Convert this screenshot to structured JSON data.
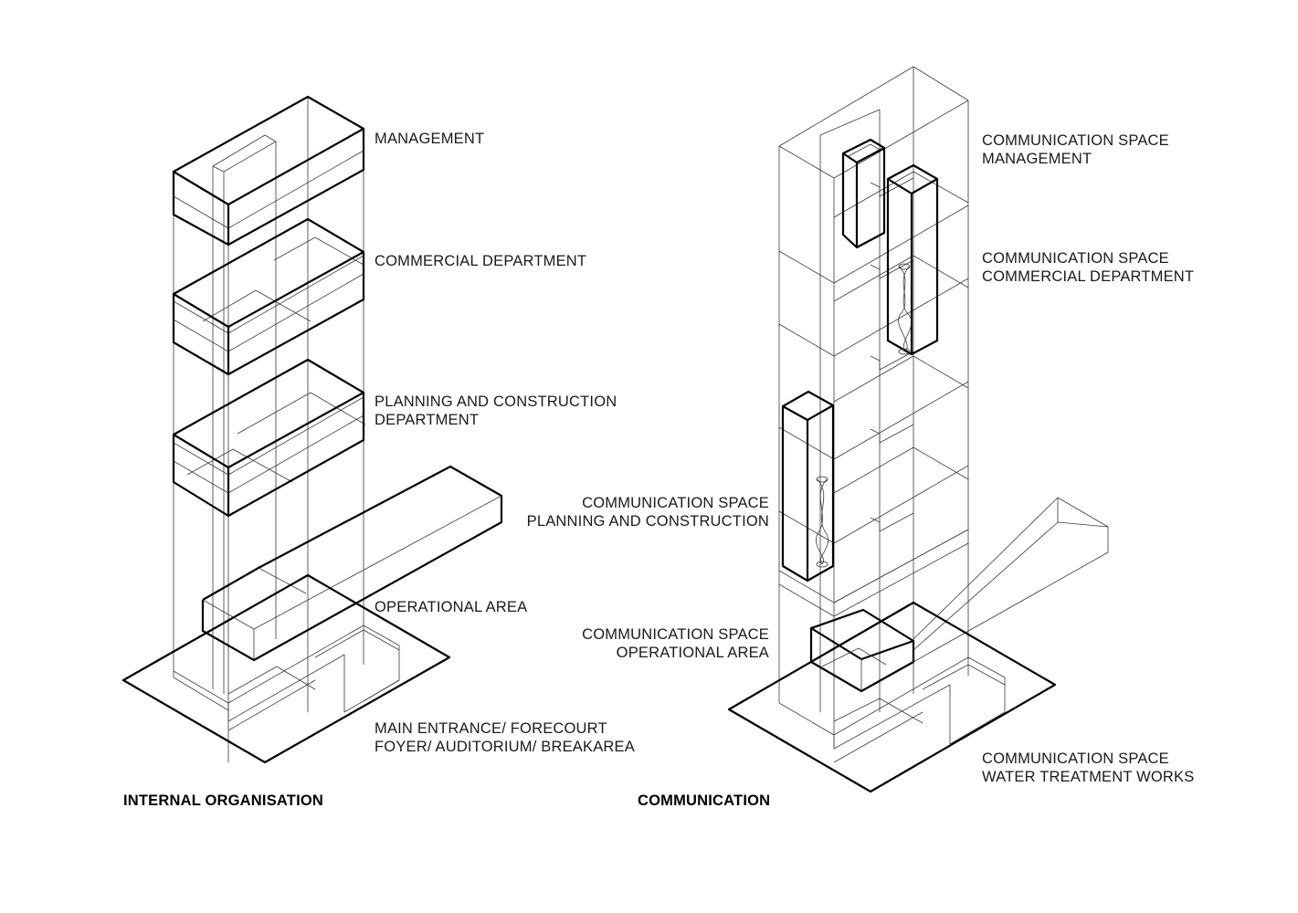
{
  "left_diagram": {
    "caption": "INTERNAL ORGANISATION",
    "labels": {
      "management": "MANAGEMENT",
      "commercial": "COMMERCIAL DEPARTMENT",
      "planning_1": "PLANNING AND CONSTRUCTION",
      "planning_2": "DEPARTMENT",
      "operational": "OPERATIONAL AREA",
      "entrance_1": "MAIN ENTRANCE/ FORECOURT",
      "entrance_2": "FOYER/ AUDITORIUM/ BREAKAREA"
    }
  },
  "right_diagram": {
    "caption": "COMMUNICATION",
    "labels": {
      "management_1": "COMMUNICATION SPACE",
      "management_2": "MANAGEMENT",
      "commercial_1": "COMMUNICATION SPACE",
      "commercial_2": "COMMERCIAL DEPARTMENT",
      "planning_1": "COMMUNICATION SPACE",
      "planning_2": "PLANNING AND CONSTRUCTION",
      "operational_1": "COMMUNICATION SPACE",
      "operational_2": "OPERATIONAL AREA",
      "water_1": "COMMUNICATION SPACE",
      "water_2": "WATER TREATMENT WORKS"
    }
  }
}
